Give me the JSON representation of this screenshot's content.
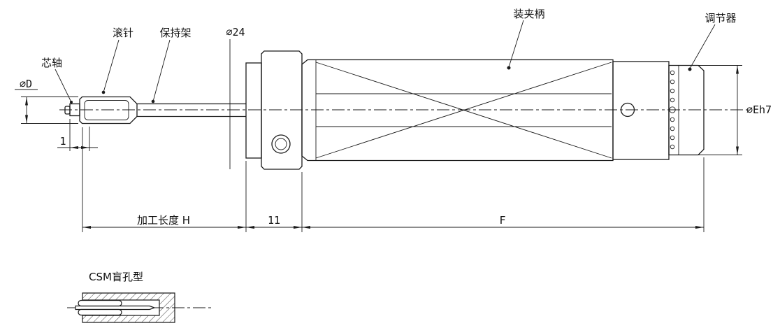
{
  "page": {
    "background": "#ffffff",
    "line_color": "#1a1a1a"
  },
  "callouts": {
    "mandrel": "芯轴",
    "rollers": "滚针",
    "cage": "保持架",
    "clamping_shank": "装夹柄",
    "adjuster": "调节器"
  },
  "dimensions": {
    "tip_diameter": "⌀D",
    "flange_diameter": "⌀24",
    "shank_diameter": "⌀Eh7",
    "tip_offset": "1",
    "machining_length": "加工长度 H",
    "flange_width": "11",
    "shank_length": "F"
  },
  "variant_view": {
    "label": "CSM盲孔型"
  }
}
